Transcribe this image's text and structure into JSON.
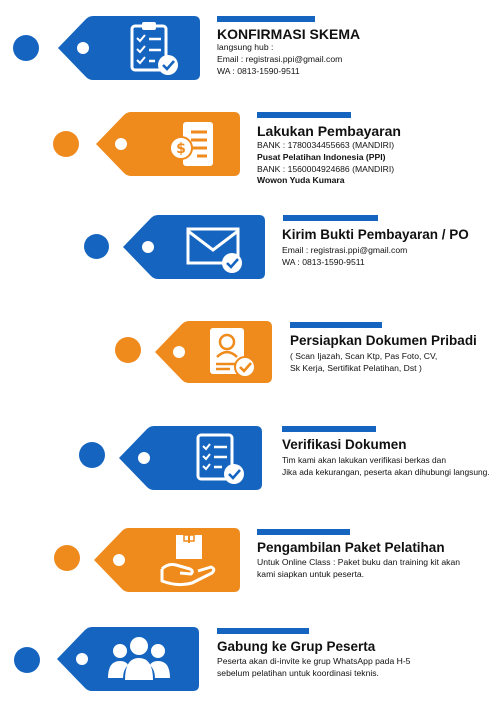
{
  "colors": {
    "blue": "#1565c0",
    "orange": "#ef8a1c",
    "white": "#ffffff"
  },
  "steps": [
    {
      "title": "KONFIRMASI SKEMA",
      "lines": [
        "langsung hub :",
        "Email : registrasi.ppi@gmail.com",
        "WA : 0813-1590-9511"
      ],
      "icon": "clipboard-checklist-icon"
    },
    {
      "title": "Lakukan Pembayaran",
      "lines": [
        "BANK : 1780034455663 (MANDIRI)",
        "Pusat Pelatihan Indonesia (PPI)",
        "BANK : 1560004924686 (MANDIRI)",
        "Wowon Yuda Kumara"
      ],
      "icon": "invoice-dollar-icon"
    },
    {
      "title": "Kirim Bukti Pembayaran / PO",
      "lines": [
        "Email : registrasi.ppi@gmail.com",
        "WA : 0813-1590-9511"
      ],
      "icon": "envelope-check-icon"
    },
    {
      "title": "Persiapkan Dokumen Pribadi",
      "lines": [
        "( Scan Ijazah, Scan Ktp, Pas Foto, CV,",
        "Sk Kerja, Sertifikat Pelatihan, Dst )"
      ],
      "icon": "id-document-icon"
    },
    {
      "title": "Verifikasi Dokumen",
      "lines": [
        "Tim kami akan lakukan verifikasi berkas dan",
        "Jika ada kekurangan, peserta akan dihubungi langsung."
      ],
      "icon": "document-check-icon"
    },
    {
      "title": "Pengambilan Paket Pelatihan",
      "lines": [
        "Untuk Online Class : Paket buku dan training kit akan",
        "kami siapkan untuk peserta."
      ],
      "icon": "package-hand-icon"
    },
    {
      "title": "Gabung ke Grup Peserta",
      "lines": [
        "Peserta akan di-invite ke grup WhatsApp pada H-5",
        "sebelum pelatihan untuk koordinasi teknis."
      ],
      "icon": "group-people-icon"
    }
  ]
}
